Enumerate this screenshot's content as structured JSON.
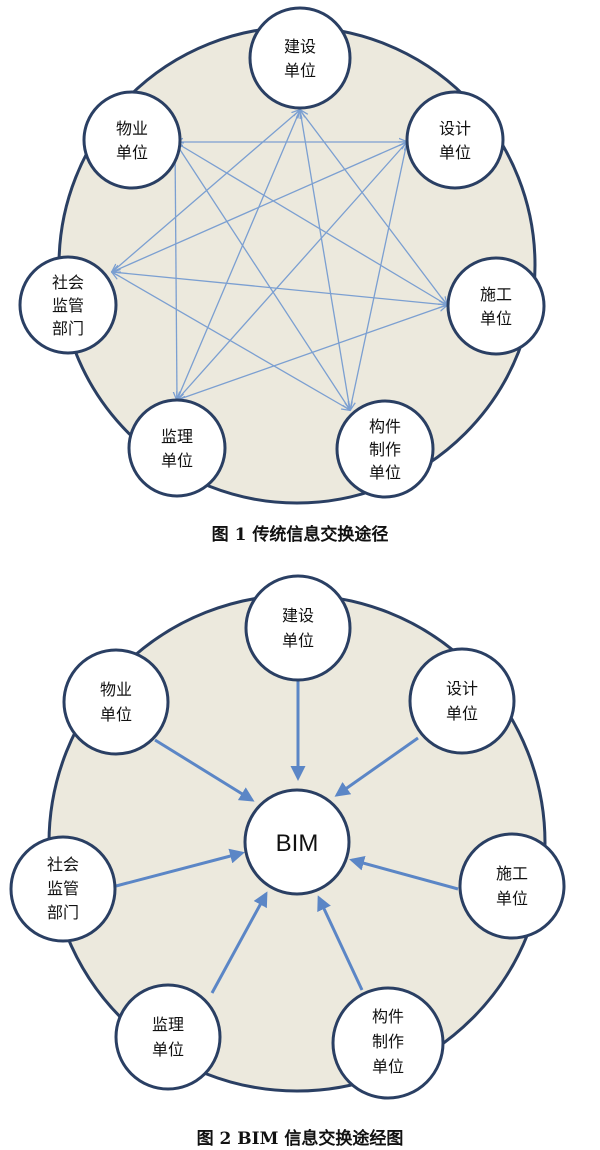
{
  "figure1": {
    "caption": "图 1   传统信息交换途径",
    "nodes": {
      "jianshe": [
        "建设",
        "单位"
      ],
      "sheji": [
        "设计",
        "单位"
      ],
      "shigong": [
        "施工",
        "单位"
      ],
      "goujian": [
        "构件",
        "制作",
        "单位"
      ],
      "jianli": [
        "监理",
        "单位"
      ],
      "shehui": [
        "社会",
        "监管",
        "部门"
      ],
      "wuye": [
        "物业",
        "单位"
      ]
    }
  },
  "figure2": {
    "caption": "图 2   BIM 信息交换途经图",
    "center_label": "BIM",
    "nodes": {
      "jianshe": [
        "建设",
        "单位"
      ],
      "sheji": [
        "设计",
        "单位"
      ],
      "shigong": [
        "施工",
        "单位"
      ],
      "goujian": [
        "构件",
        "制作",
        "单位"
      ],
      "jianli": [
        "监理",
        "单位"
      ],
      "shehui": [
        "社会",
        "监管",
        "部门"
      ],
      "wuye": [
        "物业",
        "单位"
      ]
    }
  },
  "colors": {
    "outline": "#2a3f63",
    "background_circle": "#ece9dd",
    "arrow_thin": "#7b9fd1",
    "arrow_thick": "#5b86c6"
  }
}
